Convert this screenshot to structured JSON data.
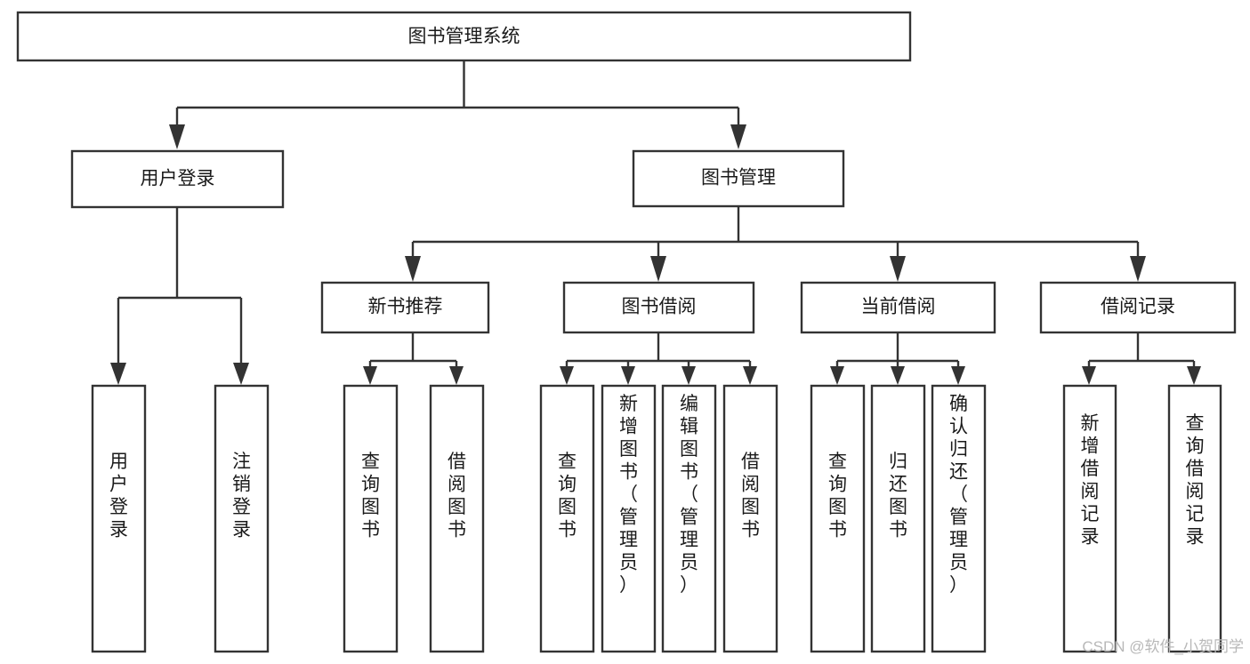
{
  "diagram": {
    "type": "hierarchy-tree",
    "title": "图书管理系统",
    "orientation": "top-down",
    "levels": 4,
    "nodes": {
      "root": {
        "label": "图书管理系统",
        "level": 1,
        "orientation": "horizontal"
      },
      "user_login": {
        "label": "用户登录",
        "level": 2,
        "orientation": "horizontal"
      },
      "book_manage": {
        "label": "图书管理",
        "level": 2,
        "orientation": "horizontal"
      },
      "new_book_rec": {
        "label": "新书推荐",
        "level": 3,
        "orientation": "horizontal"
      },
      "book_borrow": {
        "label": "图书借阅",
        "level": 3,
        "orientation": "horizontal"
      },
      "current_borrow": {
        "label": "当前借阅",
        "level": 3,
        "orientation": "horizontal"
      },
      "borrow_record": {
        "label": "借阅记录",
        "level": 3,
        "orientation": "horizontal"
      },
      "leaf_user_login": {
        "label": "用户登录",
        "level": 4,
        "orientation": "vertical"
      },
      "leaf_logout": {
        "label": "注销登录",
        "level": 4,
        "orientation": "vertical"
      },
      "leaf_query_book_1": {
        "label": "查询图书",
        "level": 4,
        "orientation": "vertical"
      },
      "leaf_borrow_book_1": {
        "label": "借阅图书",
        "level": 4,
        "orientation": "vertical"
      },
      "leaf_query_book_2": {
        "label": "查询图书",
        "level": 4,
        "orientation": "vertical"
      },
      "leaf_add_book": {
        "label": "新增图书（管理员）",
        "level": 4,
        "orientation": "vertical"
      },
      "leaf_edit_book": {
        "label": "编辑图书（管理员）",
        "level": 4,
        "orientation": "vertical"
      },
      "leaf_borrow_book_2": {
        "label": "借阅图书",
        "level": 4,
        "orientation": "vertical"
      },
      "leaf_query_book_3": {
        "label": "查询图书",
        "level": 4,
        "orientation": "vertical"
      },
      "leaf_return_book": {
        "label": "归还图书",
        "level": 4,
        "orientation": "vertical"
      },
      "leaf_confirm_return": {
        "label": "确认归还（管理员）",
        "level": 4,
        "orientation": "vertical"
      },
      "leaf_add_record": {
        "label": "新增借阅记录",
        "level": 4,
        "orientation": "vertical"
      },
      "leaf_query_record": {
        "label": "查询借阅记录",
        "level": 4,
        "orientation": "vertical"
      }
    },
    "edges": [
      {
        "from": "root",
        "to": "user_login"
      },
      {
        "from": "root",
        "to": "book_manage"
      },
      {
        "from": "user_login",
        "to": "leaf_user_login"
      },
      {
        "from": "user_login",
        "to": "leaf_logout"
      },
      {
        "from": "book_manage",
        "to": "new_book_rec"
      },
      {
        "from": "book_manage",
        "to": "book_borrow"
      },
      {
        "from": "book_manage",
        "to": "current_borrow"
      },
      {
        "from": "book_manage",
        "to": "borrow_record"
      },
      {
        "from": "new_book_rec",
        "to": "leaf_query_book_1"
      },
      {
        "from": "new_book_rec",
        "to": "leaf_borrow_book_1"
      },
      {
        "from": "book_borrow",
        "to": "leaf_query_book_2"
      },
      {
        "from": "book_borrow",
        "to": "leaf_add_book"
      },
      {
        "from": "book_borrow",
        "to": "leaf_edit_book"
      },
      {
        "from": "book_borrow",
        "to": "leaf_borrow_book_2"
      },
      {
        "from": "current_borrow",
        "to": "leaf_query_book_3"
      },
      {
        "from": "current_borrow",
        "to": "leaf_return_book"
      },
      {
        "from": "current_borrow",
        "to": "leaf_confirm_return"
      },
      {
        "from": "borrow_record",
        "to": "leaf_add_record"
      },
      {
        "from": "borrow_record",
        "to": "leaf_query_record"
      }
    ],
    "colors": {
      "box_stroke": "#333333",
      "box_fill": "#ffffff",
      "text": "#1a1a1a",
      "connector": "#333333",
      "background": "#ffffff",
      "watermark": "#b8b8b8"
    }
  },
  "watermark": {
    "text": "CSDN @软件_小贺同学"
  }
}
